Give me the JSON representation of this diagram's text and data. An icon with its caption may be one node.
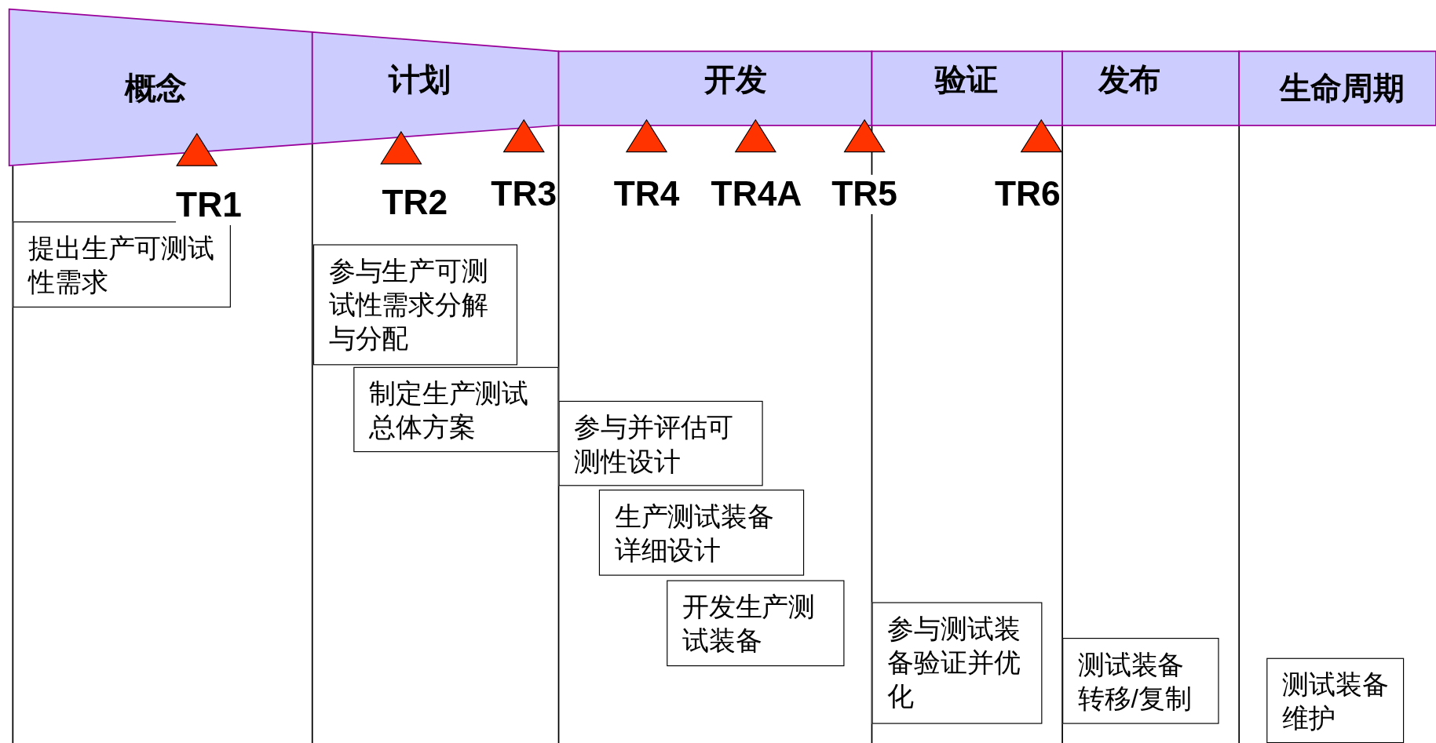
{
  "diagram": {
    "nodes": [
      {
        "text": [
          "概念"
        ]
      },
      {
        "text": [
          "计划"
        ]
      },
      {
        "text": [
          "开发"
        ]
      },
      {
        "text": [
          "验证"
        ]
      },
      {
        "text": [
          "发布"
        ]
      },
      {
        "text": [
          "生命周期"
        ]
      },
      {
        "text": [
          "TR1"
        ]
      },
      {
        "text": [
          "TR2"
        ]
      },
      {
        "text": [
          "TR3"
        ]
      },
      {
        "text": [
          "TR4"
        ]
      },
      {
        "text": [
          "TR4A"
        ]
      },
      {
        "text": [
          "TR5"
        ]
      },
      {
        "text": [
          "TR6"
        ]
      },
      {
        "text": [
          "提出生产可测试性需求"
        ]
      },
      {
        "text": [
          "参与生产可测试性需求分解与分配"
        ]
      },
      {
        "text": [
          "制定生产测试总体方案"
        ]
      },
      {
        "text": [
          "参与并评估可测性设计"
        ]
      },
      {
        "text": [
          "生产测试装备详细设计"
        ]
      },
      {
        "text": [
          "开发生产测试装备"
        ]
      },
      {
        "text": [
          "参与测试装备验证并优化"
        ]
      },
      {
        "text": [
          "测试装备转移/复制"
        ]
      },
      {
        "text": [
          "测试装备维护"
        ]
      }
    ]
  }
}
